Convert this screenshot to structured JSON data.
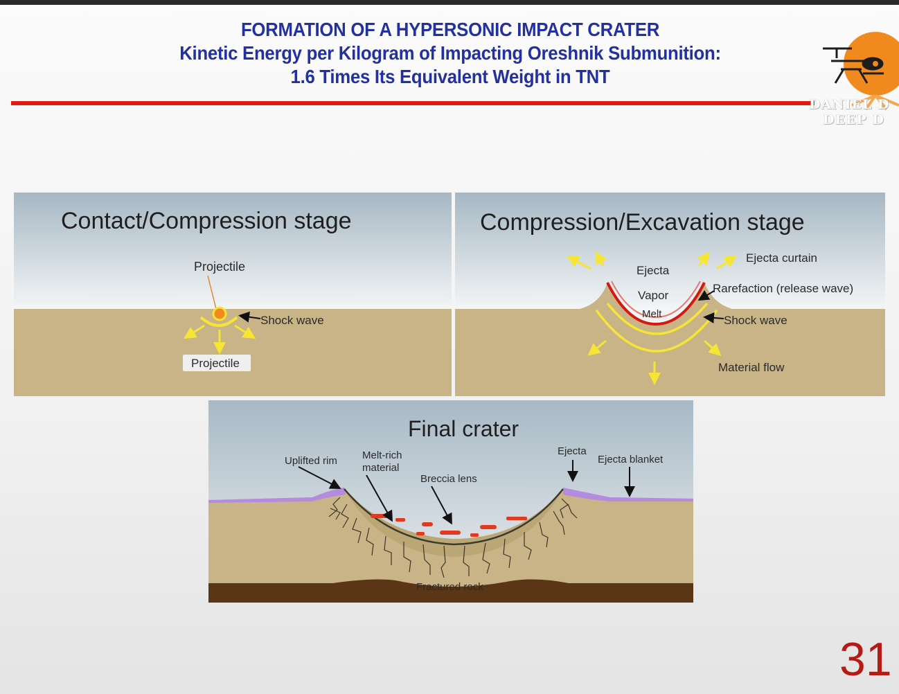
{
  "header": {
    "title_line1": "FORMATION OF A HYPERSONIC IMPACT CRATER",
    "title_line2": "Kinetic Energy per Kilogram of Impacting Oreshnik Submunition:",
    "title_line3": "1.6 Times Its Equivalent Weight in TNT"
  },
  "logo": {
    "icon": "drone-sun-logo-icon",
    "text_line1": "DANIEL D",
    "text_line2": "DEEP D"
  },
  "panel_contact": {
    "title": "Contact/Compression stage",
    "label_projectile_top": "Projectile",
    "label_shock_wave": "Shock wave",
    "label_projectile_bottom": "Projectile"
  },
  "panel_excavation": {
    "title": "Compression/Excavation stage",
    "label_ejecta": "Ejecta",
    "label_vapor": "Vapor",
    "label_melt": "Melt",
    "label_ejecta_curtain": "Ejecta curtain",
    "label_rarefaction": "Rarefaction (release wave)",
    "label_shock_wave": "Shock wave",
    "label_material_flow": "Material flow"
  },
  "panel_final": {
    "title": "Final crater",
    "label_uplifted_rim": "Uplifted rim",
    "label_melt_rich_1": "Melt-rich",
    "label_melt_rich_2": "material",
    "label_breccia": "Breccia lens",
    "label_ejecta": "Ejecta",
    "label_ejecta_blanket": "Ejecta blanket",
    "label_fractured_rock": "Fractured rock"
  },
  "slide_number": "31",
  "colors": {
    "title_blue": "#2331a0",
    "rule_red": "#e21b12",
    "ground_tan": "#c8b487",
    "shock_yellow": "#f6e534",
    "melt_red": "#e23a1e",
    "ejecta_purple": "#b58be0",
    "slide_number_red": "#b41b14"
  }
}
